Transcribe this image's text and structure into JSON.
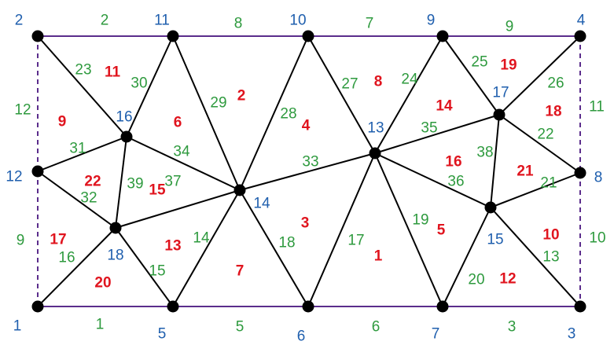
{
  "colors": {
    "boundary": "#5b2d8c",
    "edge": "#000000",
    "node": "#000000",
    "node_label": "#1f5fae",
    "edge_label": "#2e9a3e",
    "triangle_label": "#e0141e"
  },
  "nodes": [
    {
      "id": "1",
      "label": "1"
    },
    {
      "id": "2",
      "label": "2"
    },
    {
      "id": "3",
      "label": "3"
    },
    {
      "id": "4",
      "label": "4"
    },
    {
      "id": "5",
      "label": "5"
    },
    {
      "id": "6",
      "label": "6"
    },
    {
      "id": "7",
      "label": "7"
    },
    {
      "id": "8",
      "label": "8"
    },
    {
      "id": "9",
      "label": "9"
    },
    {
      "id": "10",
      "label": "10"
    },
    {
      "id": "11",
      "label": "11"
    },
    {
      "id": "12",
      "label": "12"
    },
    {
      "id": "13",
      "label": "13"
    },
    {
      "id": "14",
      "label": "14"
    },
    {
      "id": "15",
      "label": "15"
    },
    {
      "id": "16",
      "label": "16"
    },
    {
      "id": "17",
      "label": "17"
    },
    {
      "id": "18",
      "label": "18"
    }
  ],
  "edges": [
    {
      "label": "1",
      "from": "1",
      "to": "5",
      "kind": "boundary"
    },
    {
      "label": "2",
      "from": "2",
      "to": "11",
      "kind": "boundary"
    },
    {
      "label": "3",
      "from": "7",
      "to": "3",
      "kind": "boundary"
    },
    {
      "label": "5",
      "from": "5",
      "to": "6",
      "kind": "boundary"
    },
    {
      "label": "6",
      "from": "6",
      "to": "7",
      "kind": "boundary"
    },
    {
      "label": "7",
      "from": "10",
      "to": "9",
      "kind": "boundary"
    },
    {
      "label": "8",
      "from": "11",
      "to": "10",
      "kind": "boundary"
    },
    {
      "label": "9",
      "from": "9",
      "to": "4",
      "kind": "boundary"
    },
    {
      "label": "9",
      "from": "12",
      "to": "1",
      "kind": "periodic"
    },
    {
      "label": "10",
      "from": "8",
      "to": "3",
      "kind": "periodic"
    },
    {
      "label": "11",
      "from": "4",
      "to": "8",
      "kind": "periodic"
    },
    {
      "label": "12",
      "from": "2",
      "to": "12",
      "kind": "periodic"
    },
    {
      "label": "13",
      "from": "15",
      "to": "3",
      "kind": "interior"
    },
    {
      "label": "14",
      "from": "5",
      "to": "14",
      "kind": "interior"
    },
    {
      "label": "15",
      "from": "18",
      "to": "5",
      "kind": "interior"
    },
    {
      "label": "16",
      "from": "1",
      "to": "18",
      "kind": "interior"
    },
    {
      "label": "17",
      "from": "6",
      "to": "13",
      "kind": "interior"
    },
    {
      "label": "18",
      "from": "14",
      "to": "6",
      "kind": "interior"
    },
    {
      "label": "19",
      "from": "13",
      "to": "7",
      "kind": "interior"
    },
    {
      "label": "20",
      "from": "7",
      "to": "15",
      "kind": "interior"
    },
    {
      "label": "21",
      "from": "15",
      "to": "8",
      "kind": "interior"
    },
    {
      "label": "22",
      "from": "17",
      "to": "8",
      "kind": "interior"
    },
    {
      "label": "23",
      "from": "2",
      "to": "16",
      "kind": "interior"
    },
    {
      "label": "24",
      "from": "13",
      "to": "9",
      "kind": "interior"
    },
    {
      "label": "25",
      "from": "9",
      "to": "17",
      "kind": "interior"
    },
    {
      "label": "26",
      "from": "17",
      "to": "4",
      "kind": "interior"
    },
    {
      "label": "27",
      "from": "10",
      "to": "13",
      "kind": "interior"
    },
    {
      "label": "28",
      "from": "10",
      "to": "14",
      "kind": "interior"
    },
    {
      "label": "29",
      "from": "11",
      "to": "14",
      "kind": "interior"
    },
    {
      "label": "30",
      "from": "11",
      "to": "16",
      "kind": "interior"
    },
    {
      "label": "31",
      "from": "12",
      "to": "16",
      "kind": "interior"
    },
    {
      "label": "32",
      "from": "12",
      "to": "18",
      "kind": "interior"
    },
    {
      "label": "33",
      "from": "14",
      "to": "13",
      "kind": "interior"
    },
    {
      "label": "34",
      "from": "16",
      "to": "14",
      "kind": "interior"
    },
    {
      "label": "35",
      "from": "13",
      "to": "17",
      "kind": "interior"
    },
    {
      "label": "36",
      "from": "13",
      "to": "15",
      "kind": "interior"
    },
    {
      "label": "37",
      "from": "18",
      "to": "14",
      "kind": "interior"
    },
    {
      "label": "38",
      "from": "17",
      "to": "15",
      "kind": "interior"
    },
    {
      "label": "39",
      "from": "16",
      "to": "18",
      "kind": "interior"
    }
  ],
  "triangles": [
    {
      "label": "1",
      "nodes": [
        "6",
        "13",
        "7"
      ]
    },
    {
      "label": "2",
      "nodes": [
        "11",
        "10",
        "14"
      ]
    },
    {
      "label": "3",
      "nodes": [
        "14",
        "13",
        "6"
      ]
    },
    {
      "label": "4",
      "nodes": [
        "10",
        "13",
        "14"
      ]
    },
    {
      "label": "5",
      "nodes": [
        "13",
        "15",
        "7"
      ]
    },
    {
      "label": "6",
      "nodes": [
        "11",
        "14",
        "16"
      ]
    },
    {
      "label": "7",
      "nodes": [
        "5",
        "14",
        "6"
      ]
    },
    {
      "label": "8",
      "nodes": [
        "10",
        "9",
        "13"
      ]
    },
    {
      "label": "9",
      "nodes": [
        "2",
        "16",
        "12"
      ]
    },
    {
      "label": "10",
      "nodes": [
        "15",
        "8",
        "3"
      ]
    },
    {
      "label": "11",
      "nodes": [
        "2",
        "11",
        "16"
      ]
    },
    {
      "label": "12",
      "nodes": [
        "7",
        "15",
        "3"
      ]
    },
    {
      "label": "13",
      "nodes": [
        "18",
        "14",
        "5"
      ]
    },
    {
      "label": "14",
      "nodes": [
        "9",
        "17",
        "13"
      ]
    },
    {
      "label": "15",
      "nodes": [
        "16",
        "14",
        "18"
      ]
    },
    {
      "label": "16",
      "nodes": [
        "13",
        "17",
        "15"
      ]
    },
    {
      "label": "17",
      "nodes": [
        "12",
        "18",
        "1"
      ]
    },
    {
      "label": "18",
      "nodes": [
        "17",
        "4",
        "8"
      ]
    },
    {
      "label": "19",
      "nodes": [
        "9",
        "4",
        "17"
      ]
    },
    {
      "label": "20",
      "nodes": [
        "1",
        "18",
        "5"
      ]
    },
    {
      "label": "21",
      "nodes": [
        "17",
        "8",
        "15"
      ]
    },
    {
      "label": "22",
      "nodes": [
        "12",
        "16",
        "18"
      ]
    }
  ]
}
